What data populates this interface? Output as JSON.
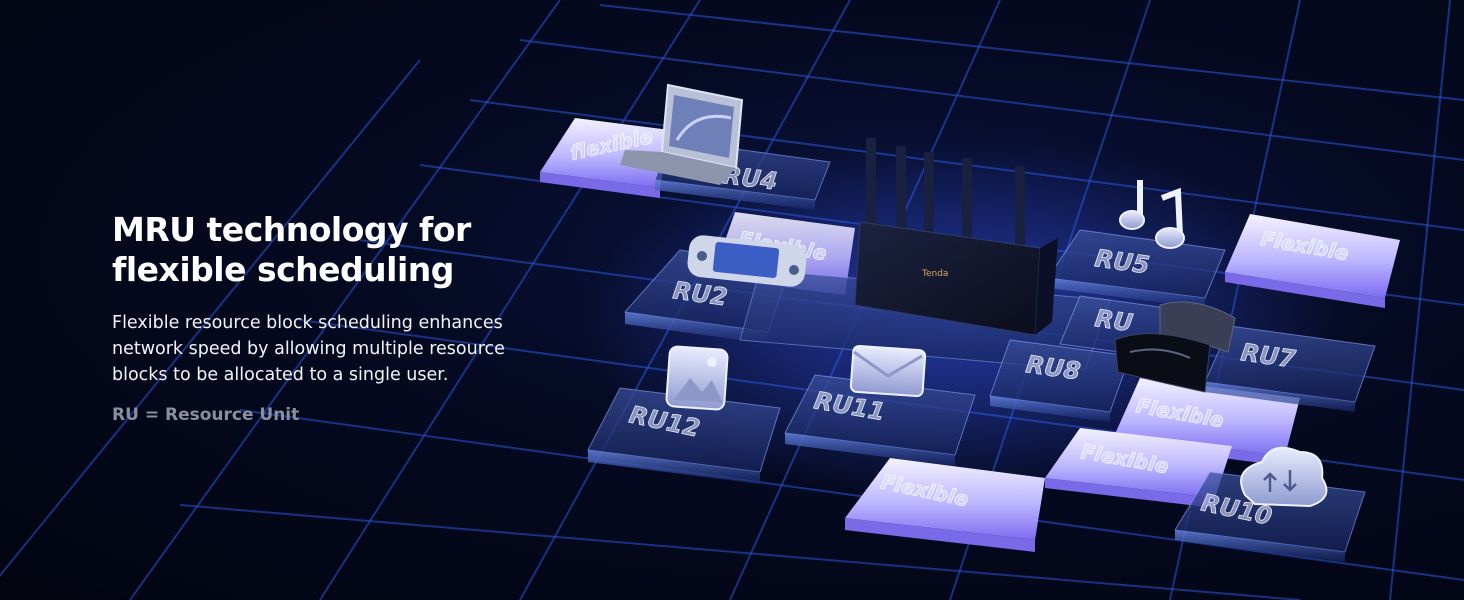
{
  "headline": [
    "MRU technology for",
    "flexible scheduling"
  ],
  "description": [
    "Flexible resource block scheduling enhances",
    "network speed by allowing multiple resource",
    "blocks to be allocated to a single user."
  ],
  "footnote": "RU = Resource Unit",
  "router_brand": "Tenda",
  "tiles": [
    {
      "id": "ru4",
      "label": "RU4"
    },
    {
      "id": "ru2",
      "label": "RU2"
    },
    {
      "id": "ru5",
      "label": "RU5"
    },
    {
      "id": "ru7",
      "label": "RU7"
    },
    {
      "id": "ru8",
      "label": "RU8"
    },
    {
      "id": "ru6",
      "label": "RU"
    },
    {
      "id": "ru11",
      "label": "RU11"
    },
    {
      "id": "ru12",
      "label": "RU12"
    },
    {
      "id": "ru10",
      "label": "RU10"
    },
    {
      "id": "flex1",
      "label": "flexible"
    },
    {
      "id": "flex2",
      "label": "Flexible"
    },
    {
      "id": "flex3",
      "label": "Flexible"
    },
    {
      "id": "flex4",
      "label": "Flexible"
    },
    {
      "id": "flex5",
      "label": "Flexible"
    },
    {
      "id": "flex6",
      "label": "Flexible"
    }
  ],
  "colors": {
    "background": "#03061a",
    "grid": "#2a55d8",
    "tile_glass": "#1a2a66",
    "tile_glow": "#b9b4ff",
    "text_primary": "#ffffff",
    "text_muted": "#8a8f9e"
  },
  "icons": [
    "laptop-icon",
    "game-console-icon",
    "router-icon",
    "music-note-icon",
    "vr-headset-icon",
    "image-icon",
    "mail-icon",
    "cloud-sync-icon"
  ]
}
